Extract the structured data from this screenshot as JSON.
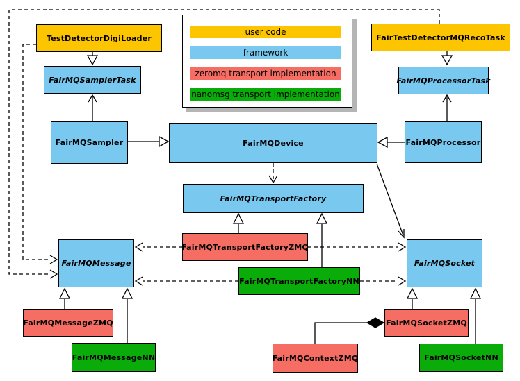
{
  "diagram_type": "uml-class-diagram",
  "colors": {
    "user_code": "#FDC400",
    "framework": "#78C8F0",
    "zeromq": "#F66E63",
    "nanomsg": "#09AC09",
    "line": "#000000",
    "shadow": "#B5B5B5"
  },
  "legend": {
    "items": [
      {
        "label": "user code",
        "category": "user_code"
      },
      {
        "label": "framework",
        "category": "framework"
      },
      {
        "label": "zeromq transport implementation",
        "category": "zeromq"
      },
      {
        "label": "nanomsg transport implementation",
        "category": "nanomsg"
      }
    ]
  },
  "nodes": {
    "digiLoader": {
      "label": "TestDetectorDigiLoader",
      "category": "user_code",
      "abstract": false
    },
    "recoTask": {
      "label": "FairTestDetectorMQRecoTask",
      "category": "user_code",
      "abstract": false
    },
    "samplerTask": {
      "label": "FairMQSamplerTask",
      "category": "framework",
      "abstract": true
    },
    "processorTask": {
      "label": "FairMQProcessorTask",
      "category": "framework",
      "abstract": true
    },
    "sampler": {
      "label": "FairMQSampler",
      "category": "framework",
      "abstract": false
    },
    "device": {
      "label": "FairMQDevice",
      "category": "framework",
      "abstract": false
    },
    "processor": {
      "label": "FairMQProcessor",
      "category": "framework",
      "abstract": false
    },
    "transportFactory": {
      "label": "FairMQTransportFactory",
      "category": "framework",
      "abstract": true
    },
    "transportFactoryZMQ": {
      "label": "FairMQTransportFactoryZMQ",
      "category": "zeromq",
      "abstract": false
    },
    "transportFactoryNN": {
      "label": "FairMQTransportFactoryNN",
      "category": "nanomsg",
      "abstract": false
    },
    "message": {
      "label": "FairMQMessage",
      "category": "framework",
      "abstract": true
    },
    "socket": {
      "label": "FairMQSocket",
      "category": "framework",
      "abstract": true
    },
    "messageZMQ": {
      "label": "FairMQMessageZMQ",
      "category": "zeromq",
      "abstract": false
    },
    "messageNN": {
      "label": "FairMQMessageNN",
      "category": "nanomsg",
      "abstract": false
    },
    "socketZMQ": {
      "label": "FairMQSocketZMQ",
      "category": "zeromq",
      "abstract": false
    },
    "contextZMQ": {
      "label": "FairMQContextZMQ",
      "category": "zeromq",
      "abstract": false
    },
    "socketNN": {
      "label": "FairMQSocketNN",
      "category": "nanomsg",
      "abstract": false
    }
  },
  "relationships": [
    {
      "from": "TestDetectorDigiLoader",
      "to": "FairMQSamplerTask",
      "kind": "inheritance"
    },
    {
      "from": "FairTestDetectorMQRecoTask",
      "to": "FairMQProcessorTask",
      "kind": "inheritance"
    },
    {
      "from": "FairMQSampler",
      "to": "FairMQSamplerTask",
      "kind": "association"
    },
    {
      "from": "FairMQProcessor",
      "to": "FairMQProcessorTask",
      "kind": "association"
    },
    {
      "from": "FairMQSampler",
      "to": "FairMQDevice",
      "kind": "inheritance"
    },
    {
      "from": "FairMQProcessor",
      "to": "FairMQDevice",
      "kind": "inheritance"
    },
    {
      "from": "FairMQDevice",
      "to": "FairMQTransportFactory",
      "kind": "dependency"
    },
    {
      "from": "FairMQDevice",
      "to": "FairMQSocket",
      "kind": "association"
    },
    {
      "from": "FairMQTransportFactoryZMQ",
      "to": "FairMQTransportFactory",
      "kind": "inheritance"
    },
    {
      "from": "FairMQTransportFactoryNN",
      "to": "FairMQTransportFactory",
      "kind": "inheritance"
    },
    {
      "from": "TestDetectorDigiLoader",
      "to": "FairMQMessage",
      "kind": "dependency"
    },
    {
      "from": "FairTestDetectorMQRecoTask",
      "to": "FairMQMessage",
      "kind": "dependency"
    },
    {
      "from": "FairMQTransportFactoryZMQ",
      "to": "FairMQMessage",
      "kind": "dependency"
    },
    {
      "from": "FairMQTransportFactoryNN",
      "to": "FairMQMessage",
      "kind": "dependency"
    },
    {
      "from": "FairMQTransportFactoryZMQ",
      "to": "FairMQSocket",
      "kind": "dependency"
    },
    {
      "from": "FairMQTransportFactoryNN",
      "to": "FairMQSocket",
      "kind": "dependency"
    },
    {
      "from": "FairMQMessageZMQ",
      "to": "FairMQMessage",
      "kind": "inheritance"
    },
    {
      "from": "FairMQMessageNN",
      "to": "FairMQMessage",
      "kind": "inheritance"
    },
    {
      "from": "FairMQSocketZMQ",
      "to": "FairMQSocket",
      "kind": "inheritance"
    },
    {
      "from": "FairMQSocketNN",
      "to": "FairMQSocket",
      "kind": "inheritance"
    },
    {
      "from": "FairMQSocketZMQ",
      "to": "FairMQContextZMQ",
      "kind": "composition"
    }
  ]
}
